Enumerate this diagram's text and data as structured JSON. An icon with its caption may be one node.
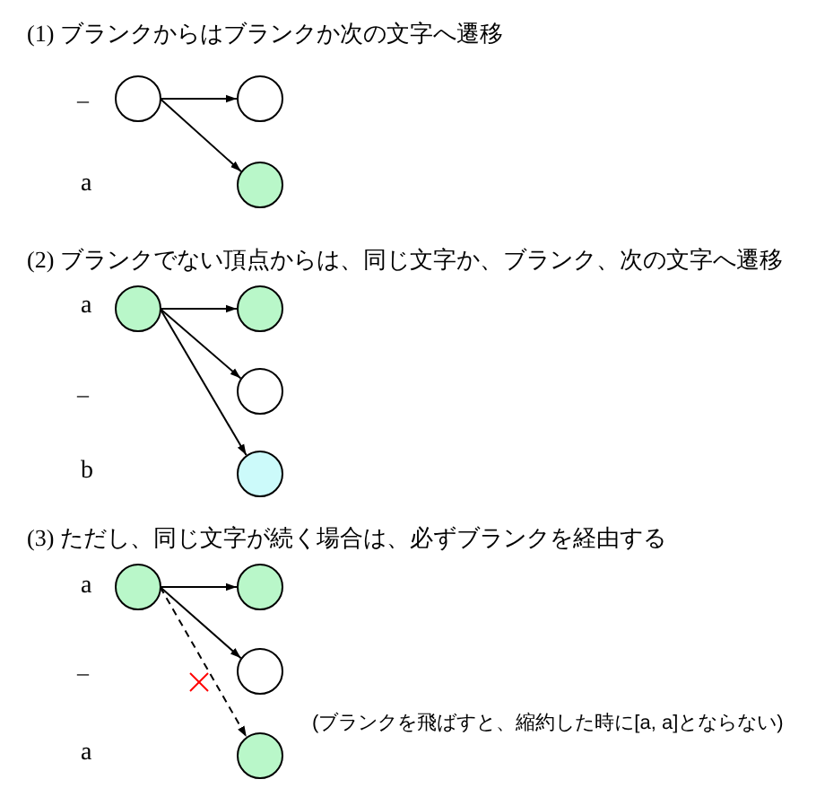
{
  "diagram": {
    "nodes": [
      {
        "text": [],
        "shape": "circle"
      },
      {
        "text": [],
        "shape": "circle"
      },
      {
        "text": [],
        "shape": "circle"
      },
      {
        "text": [],
        "shape": "circle"
      },
      {
        "text": [],
        "shape": "circle"
      },
      {
        "text": [],
        "shape": "circle"
      },
      {
        "text": [],
        "shape": "circle"
      },
      {
        "text": [],
        "shape": "circle"
      },
      {
        "text": [],
        "shape": "circle"
      },
      {
        "text": [],
        "shape": "circle"
      },
      {
        "text": [],
        "shape": "circle"
      }
    ],
    "edges": [
      {
        "from": 0,
        "to": 1,
        "arrow": "to"
      },
      {
        "from": 0,
        "to": 2,
        "arrow": "to"
      },
      {
        "from": 3,
        "to": 4,
        "arrow": "to"
      },
      {
        "from": 3,
        "to": 5,
        "arrow": "to"
      },
      {
        "from": 3,
        "to": 6,
        "arrow": "to"
      },
      {
        "from": 7,
        "to": 8,
        "arrow": "to"
      },
      {
        "from": 7,
        "to": 9,
        "arrow": "to"
      },
      {
        "from": 7,
        "to": 10,
        "arrow": "to",
        "style": "dashed"
      }
    ],
    "labels": [
      "(1) ブランクからはブランクか次の文字へ遷移",
      "–",
      "a",
      "(2) ブランクでない頂点からは、同じ文字か、ブランク、次の文字へ遷移",
      "a",
      "–",
      "b",
      "(3) ただし、同じ文字が続く場合は、必ずブランクを経由する",
      "a",
      "–",
      "(ブランクを飛ばすと、縮約した時に[a, a]とならない)",
      "a"
    ]
  }
}
